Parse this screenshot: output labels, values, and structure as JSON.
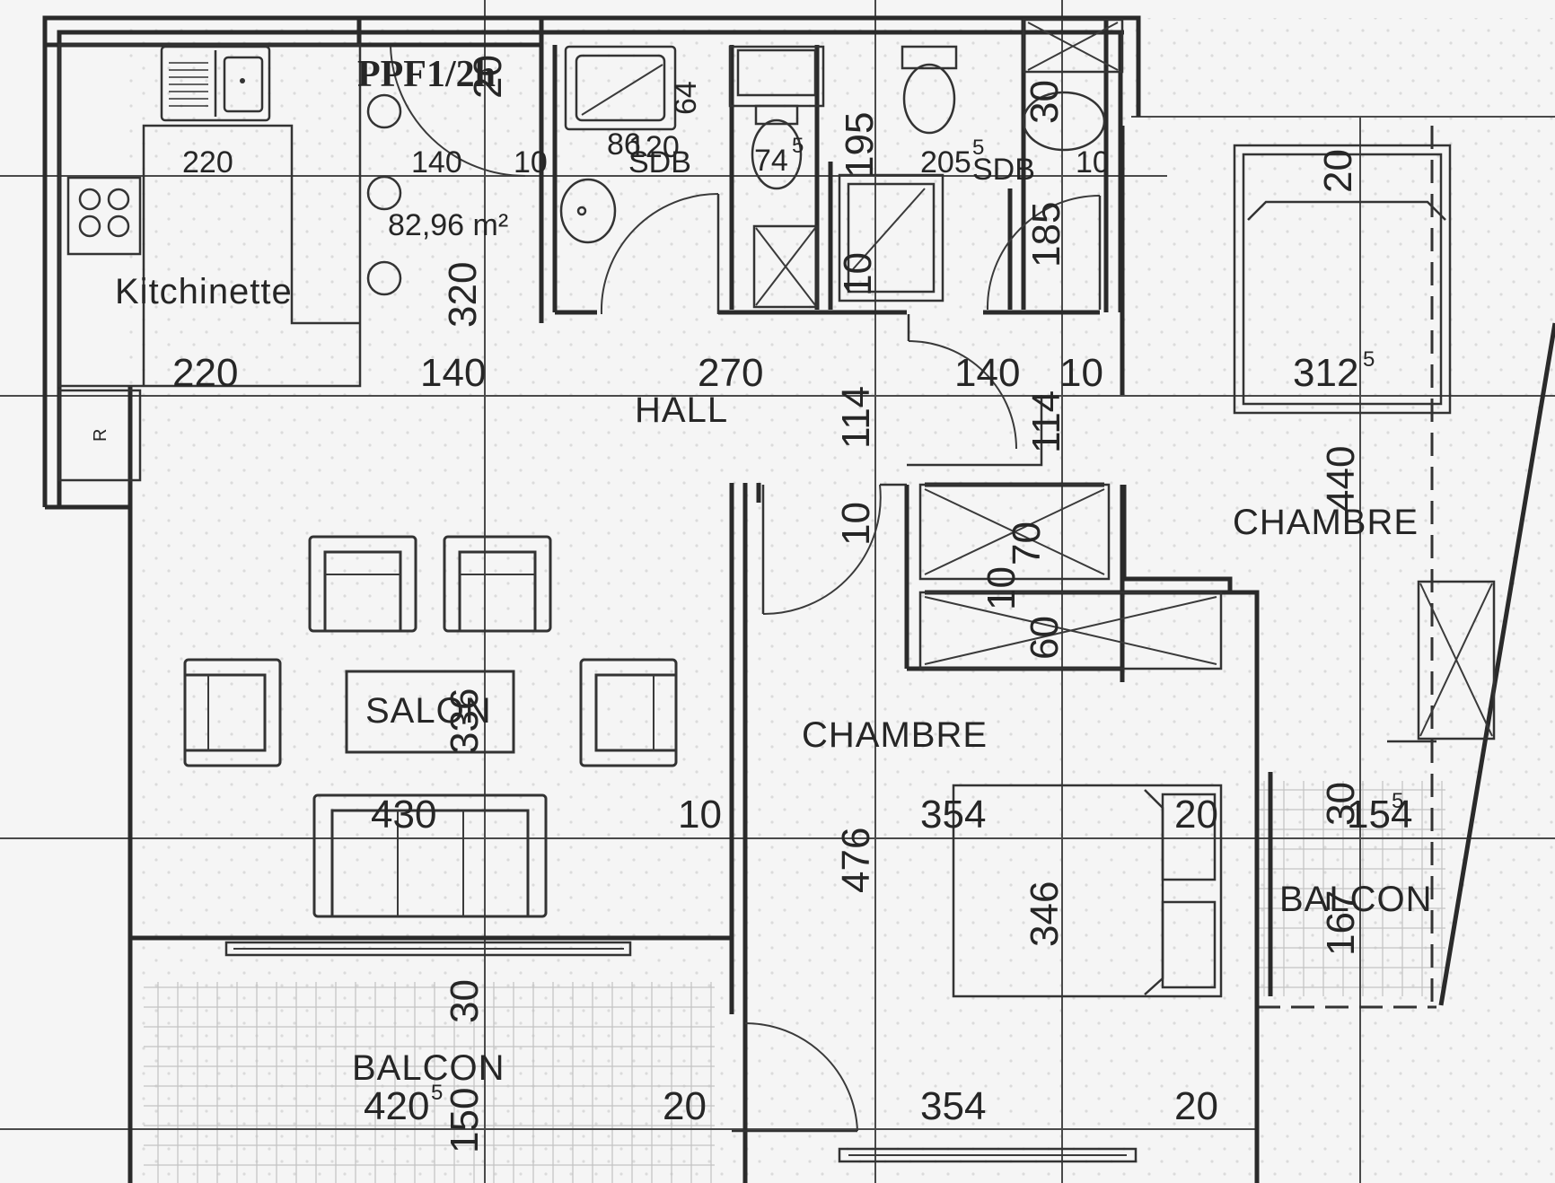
{
  "plan": {
    "type": "floor plan",
    "background_color": "#f5f5f5",
    "line_color": "#2a2a2a",
    "labels": {
      "ppf": "PPF1/2h",
      "area": "82,96 m²",
      "kitchinette": "Kitchinette",
      "hall": "HALL",
      "salon": "SALON",
      "chambre_1": "CHAMBRE",
      "chambre_2": "CHAMBRE",
      "balcon_1": "BALCON",
      "balcon_2": "BALCON",
      "sdb_1": "SDB",
      "sdb_2": "SDB",
      "fridge": "R"
    },
    "dimensions": {
      "d220_top": "220",
      "d140_top": "140",
      "d10_top": "10",
      "d20_top": "20",
      "d86": "86",
      "d120": "120",
      "d64": "64",
      "d74": "74",
      "d195": "195",
      "d205": "205",
      "d185": "185",
      "d30_sdb": "30",
      "d10_sdb": "10",
      "d20_ch": "20",
      "d320": "320",
      "d10_shower": "10",
      "d220": "220",
      "d140": "140",
      "d270": "270",
      "d114_a": "114",
      "d140_b": "140",
      "d10_c": "10",
      "d114_b": "114",
      "d312": "312",
      "d440": "440",
      "d10_d": "10",
      "d70": "70",
      "d10_e": "10",
      "d60": "60",
      "d336": "336",
      "d430": "430",
      "d10_f": "10",
      "d476": "476",
      "d354_a": "354",
      "d20_a": "20",
      "d30_a": "30",
      "d154": "154",
      "d346": "346",
      "d167": "167",
      "d30_b": "30",
      "d420": "420",
      "d150": "150",
      "d20_b": "20",
      "d354_b": "354",
      "d20_c": "20"
    },
    "superscripts": {
      "s5": "5"
    }
  }
}
